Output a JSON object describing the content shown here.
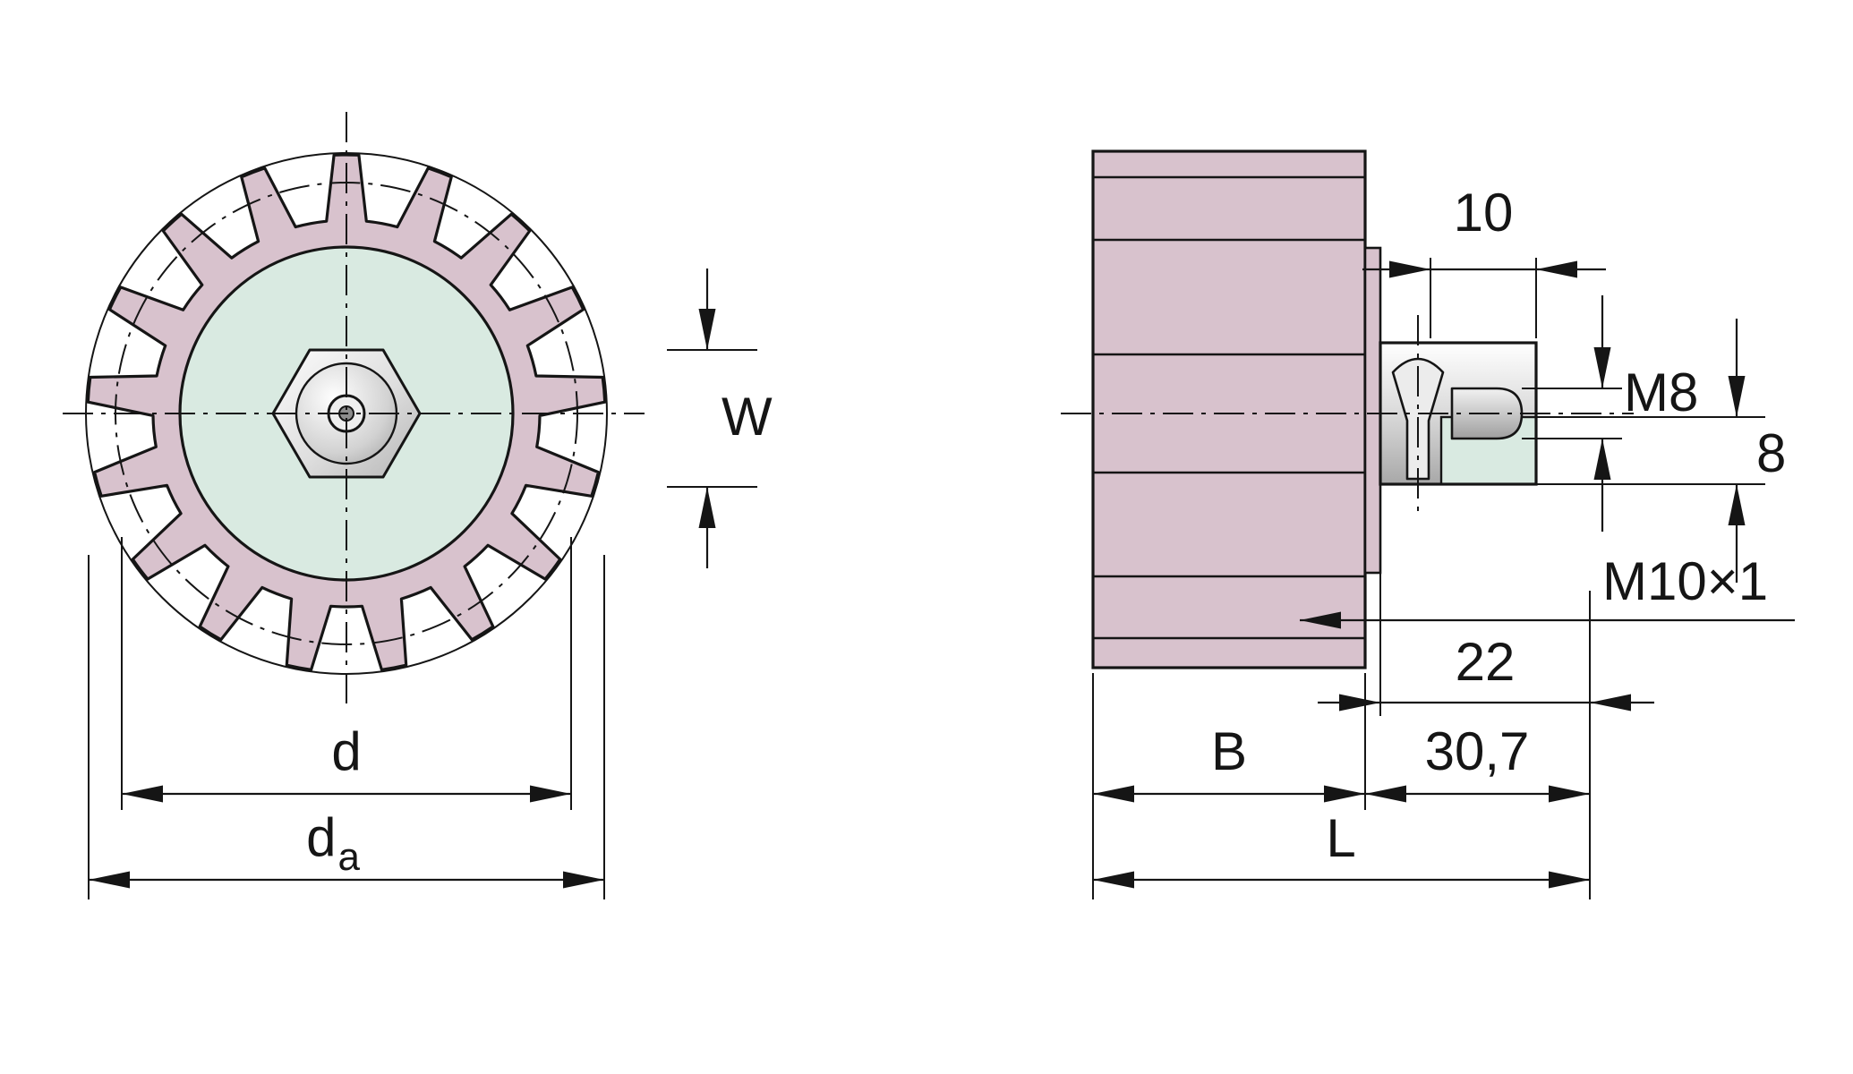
{
  "drawing": {
    "left_view": {
      "name": "sprocket front view",
      "dims": {
        "w": "W",
        "d": "d",
        "da_main": "d",
        "da_sub": "a"
      }
    },
    "right_view": {
      "name": "sprocket side section with grease nipple",
      "dims": {
        "ten": "10",
        "m8": "M8",
        "eight": "8",
        "m10": "M10×1",
        "twentytwo": "22",
        "b": "B",
        "thirty07": "30,7",
        "l": "L"
      }
    }
  },
  "colors": {
    "tooth_fill": "#d8c2cd",
    "hub_fill": "#d9eae1",
    "line": "#151515",
    "metal_light": "#f7f7f7",
    "metal_dark": "#a8a8a8",
    "background": "#ffffff"
  }
}
